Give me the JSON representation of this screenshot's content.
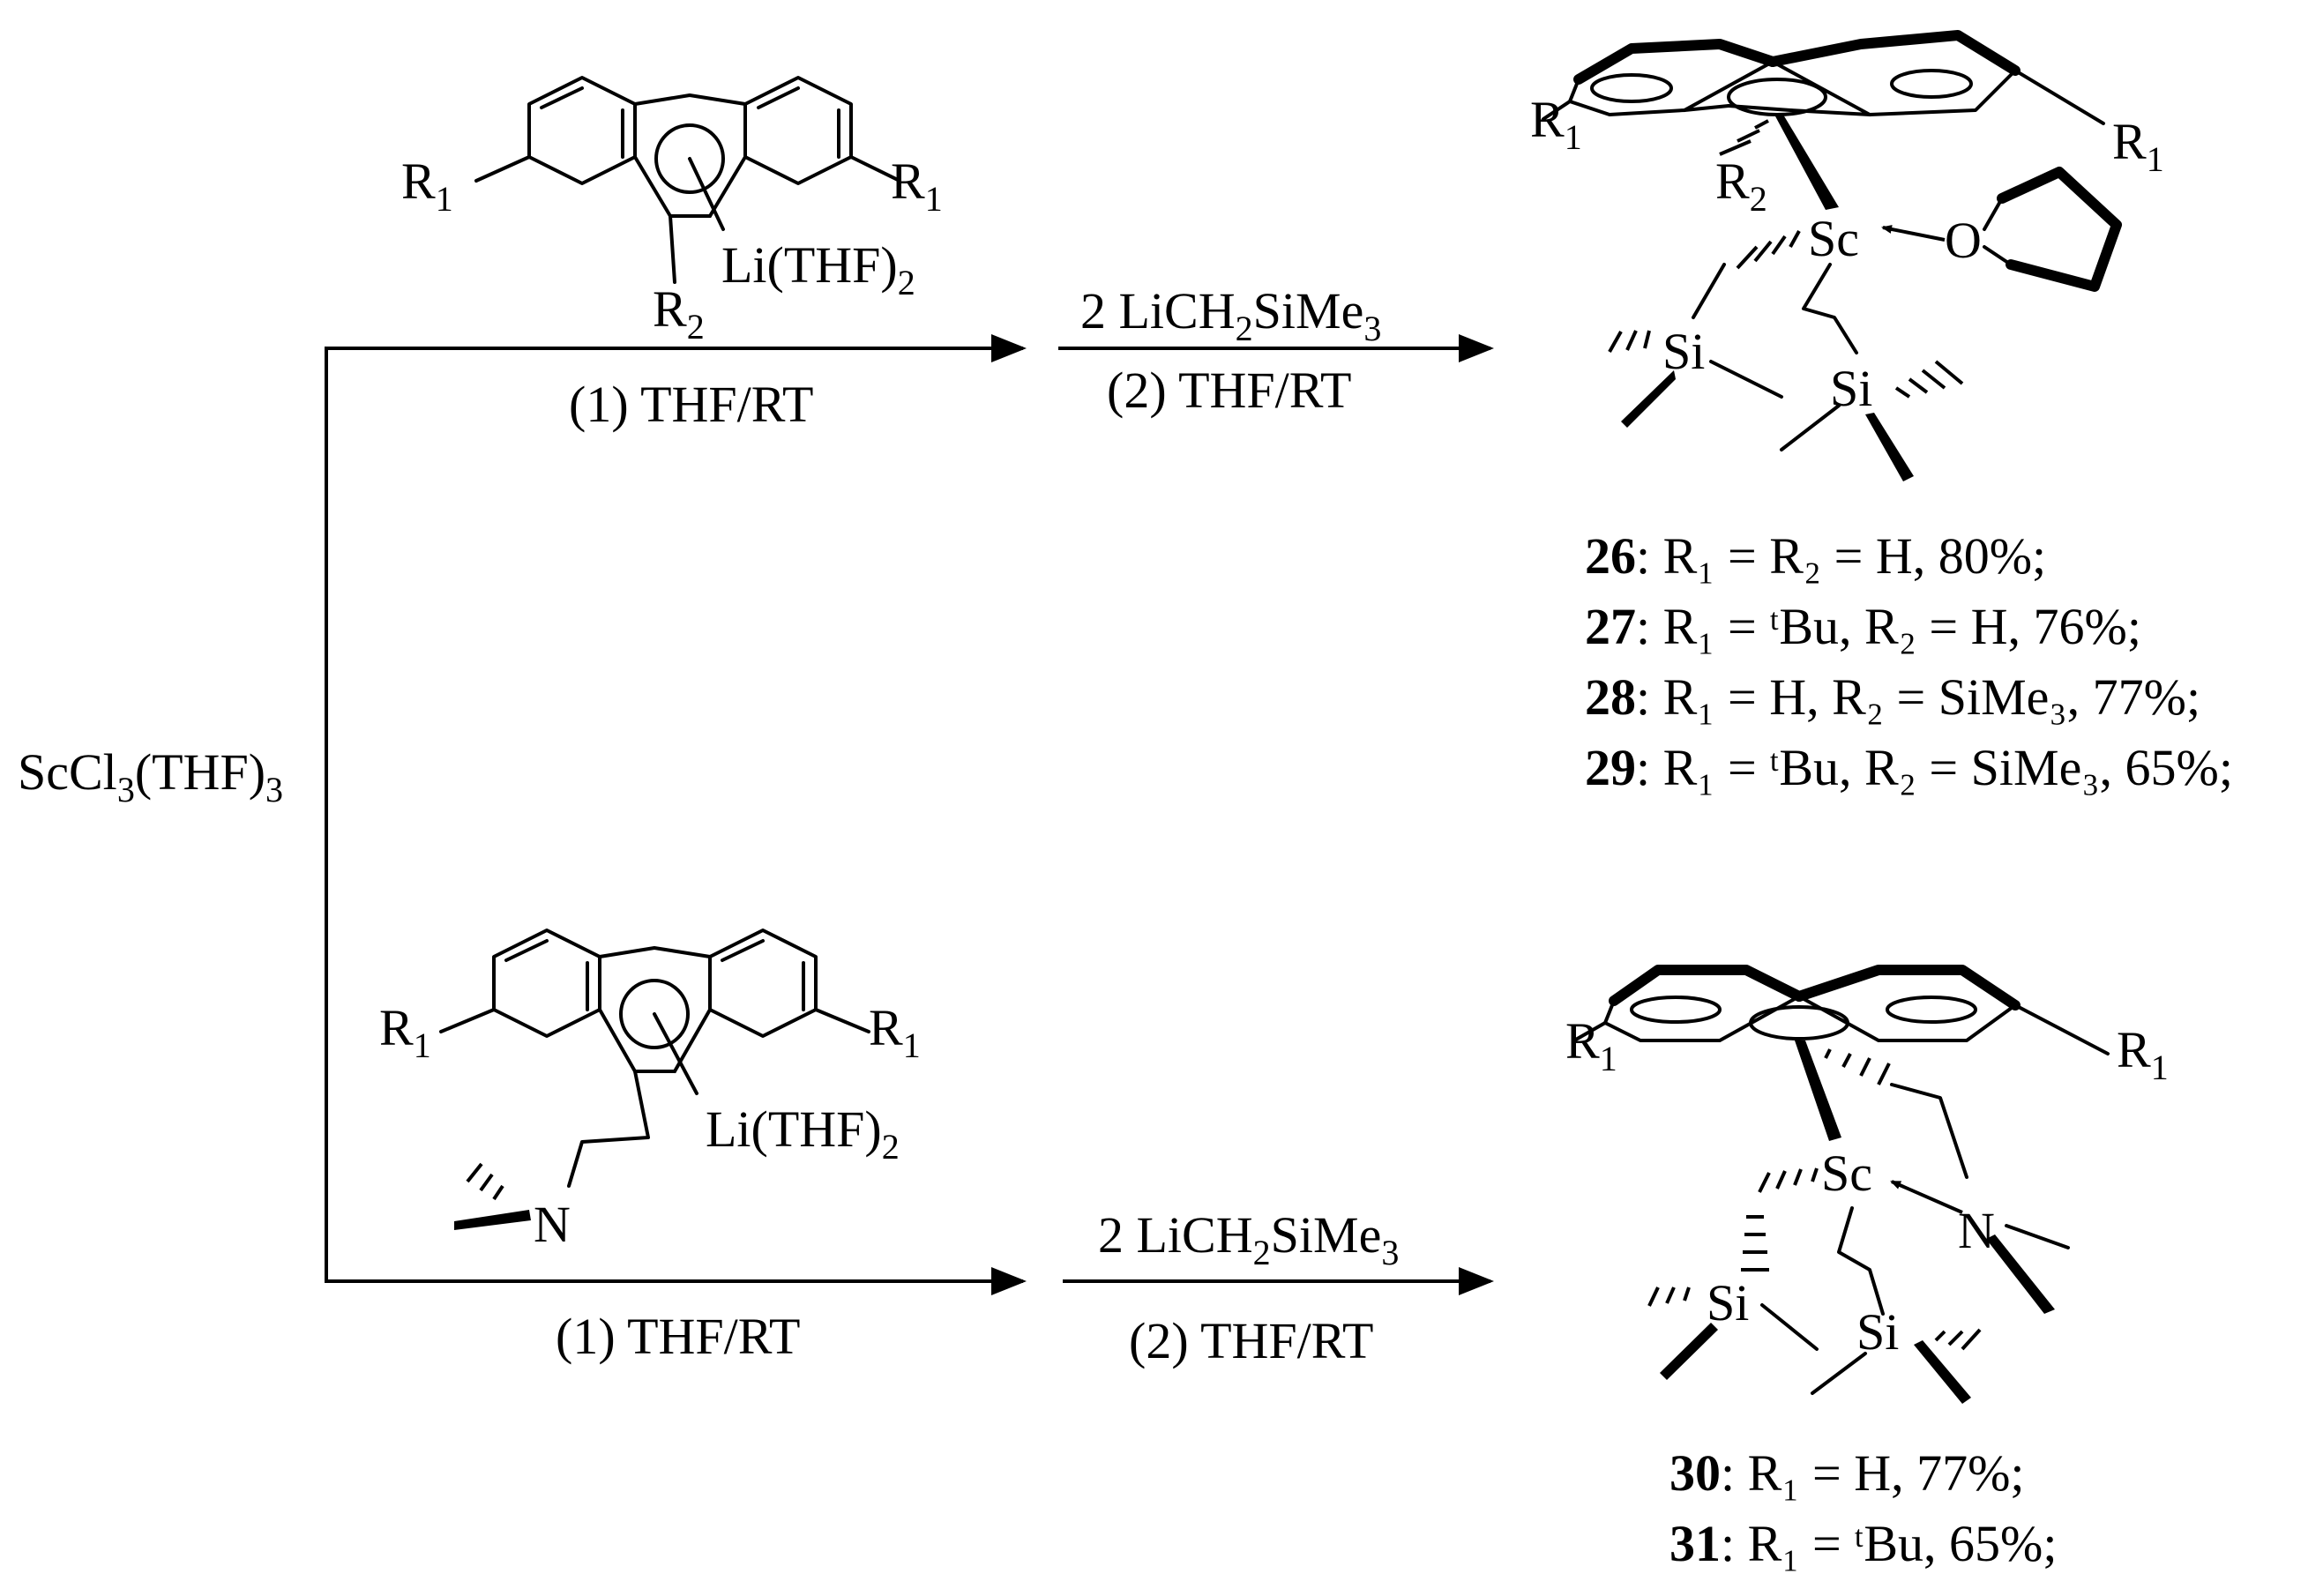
{
  "start_material": {
    "main": "ScCl",
    "sub1": "3",
    "mid": "(THF)",
    "sub2": "3"
  },
  "top_route": {
    "reagent_Li": "Li(THF)",
    "reagent_Li_sub": "2",
    "R1": "R",
    "R1_sub": "1",
    "R2": "R",
    "R2_sub": "2",
    "step1": "(1) THF/RT",
    "step2_reagent": [
      "2 LiCH",
      "2",
      "SiMe",
      "3"
    ],
    "step2": "(2) THF/RT",
    "product_Sc": "Sc",
    "product_O": "O",
    "product_Si": "Si"
  },
  "bottom_route": {
    "reagent_Li": "Li(THF)",
    "reagent_Li_sub": "2",
    "N": "N",
    "step1": "(1) THF/RT",
    "step2_reagent": [
      "2 LiCH",
      "2",
      "SiMe",
      "3"
    ],
    "step2": "(2) THF/RT",
    "product_Sc": "Sc",
    "product_N": "N",
    "product_Si": "Si"
  },
  "compounds_top": [
    {
      "id": "26",
      "text": ": R₁ = R₂ = H, 80%;"
    },
    {
      "id": "27",
      "text": ": R₁ = ᵗBu, R₂ = H, 76%;"
    },
    {
      "id": "28",
      "text": ": R₁ = H, R₂ = SiMe₃, 77%;"
    },
    {
      "id": "29",
      "text": ": R₁ = ᵗBu, R₂ = SiMe₃, 65%;"
    }
  ],
  "compounds_bottom": [
    {
      "id": "30",
      "text": ": R₁ = H, 77%;"
    },
    {
      "id": "31",
      "text": ": R₁ = ᵗBu, 65%;"
    }
  ]
}
